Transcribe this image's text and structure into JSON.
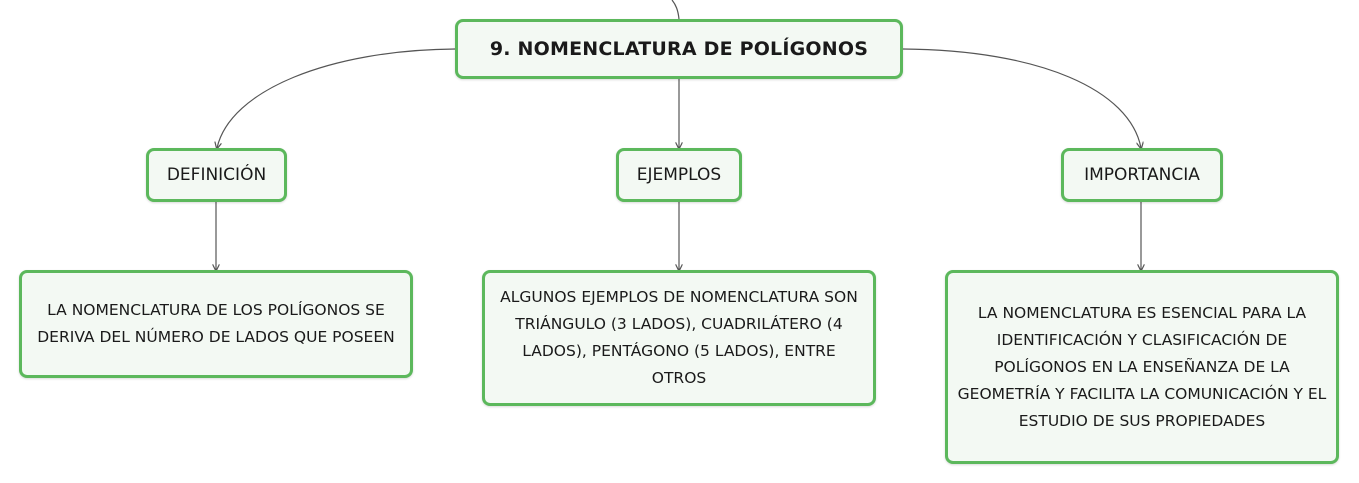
{
  "main_topic": {
    "label": "9. NOMENCLATURA DE POLÍGONOS"
  },
  "branches": [
    {
      "label": "DEFINICIÓN",
      "detail": "LA NOMENCLATURA DE LOS POLÍGONOS SE DERIVA DEL NÚMERO DE LADOS QUE POSEEN"
    },
    {
      "label": "EJEMPLOS",
      "detail": "ALGUNOS EJEMPLOS DE NOMENCLATURA SON TRIÁNGULO (3 LADOS), CUADRILÁTERO (4 LADOS), PENTÁGONO (5 LADOS), ENTRE OTROS"
    },
    {
      "label": "IMPORTANCIA",
      "detail": "LA NOMENCLATURA ES ESENCIAL PARA LA IDENTIFICACIÓN Y CLASIFICACIÓN DE POLÍGONOS EN LA ENSEÑANZA DE LA GEOMETRÍA Y FACILITA LA COMUNICACIÓN Y EL ESTUDIO DE SUS PROPIEDADES"
    }
  ],
  "colors": {
    "node_border": "#5cb85c",
    "node_fill": "#f3f9f3",
    "connector": "#555555"
  }
}
